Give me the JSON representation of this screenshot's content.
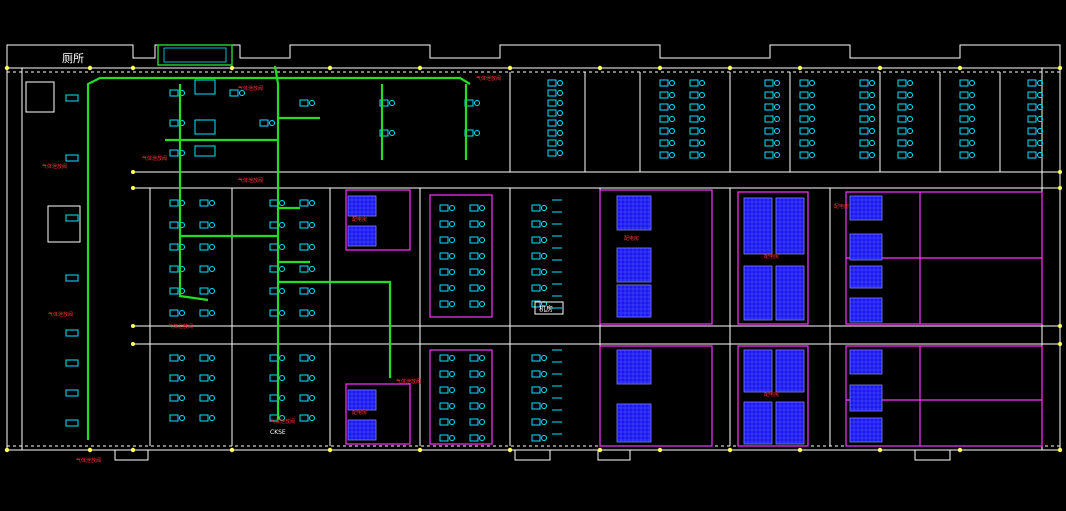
{
  "drawing": {
    "background": "#000000",
    "colors": {
      "wall": "#ffffff",
      "pipe": "#22dd22",
      "equipment": "#00e5ff",
      "room": "#ff33ff",
      "tag": "#ff2222",
      "grid": "#ffff66",
      "rack": "#2222ff"
    },
    "top_label": "厕所",
    "zone_label": "机房",
    "pipe_tag": "气体泄放阀",
    "room_tag": "配电房",
    "equipment_tag": "CKSE"
  }
}
